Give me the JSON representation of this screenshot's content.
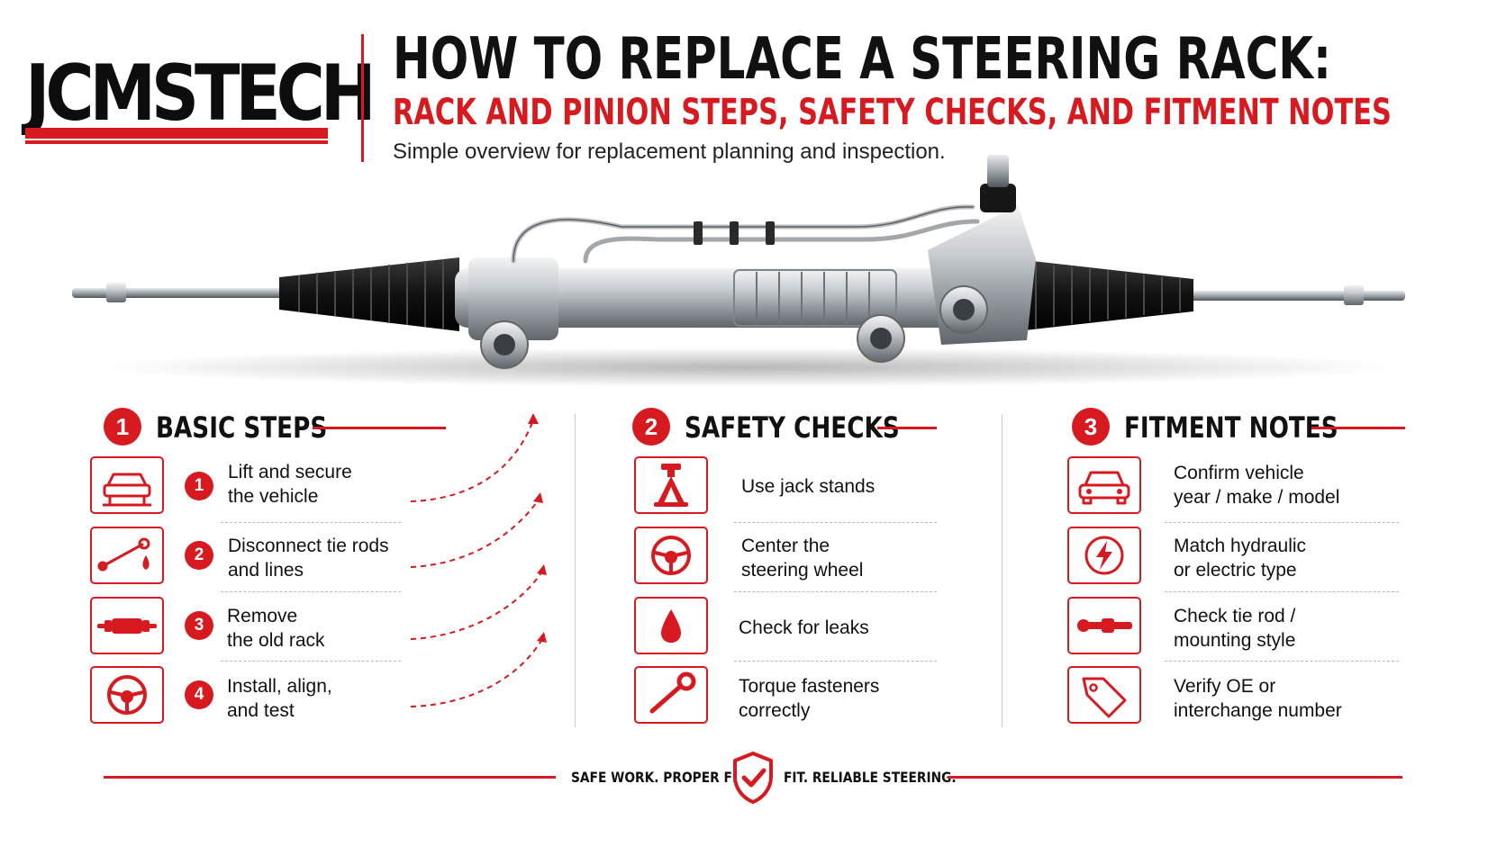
{
  "brand": {
    "logo_text": "JCMSTECH"
  },
  "header": {
    "title": "HOW TO REPLACE A STEERING RACK:",
    "subtitle": "RACK AND PINION STEPS, SAFETY CHECKS, AND FITMENT NOTES",
    "tagline": "Simple overview for replacement planning and inspection."
  },
  "colors": {
    "accent": "#d71920",
    "text": "#111111",
    "metal": "#b7bcc1",
    "boot": "#141414"
  },
  "sections": [
    {
      "number": "1",
      "title": "BASIC STEPS",
      "items": [
        {
          "step": "1",
          "icon": "car-lift-icon",
          "line1": "Lift and secure",
          "line2": "the vehicle"
        },
        {
          "step": "2",
          "icon": "tie-rod-icon",
          "line1": "Disconnect tie rods",
          "line2": "and lines"
        },
        {
          "step": "3",
          "icon": "rack-icon",
          "line1": "Remove",
          "line2": "the old rack"
        },
        {
          "step": "4",
          "icon": "steering-wheel-icon",
          "line1": "Install, align,",
          "line2": "and test"
        }
      ]
    },
    {
      "number": "2",
      "title": "SAFETY CHECKS",
      "items": [
        {
          "icon": "jack-stand-icon",
          "line1": "Use jack stands",
          "line2": ""
        },
        {
          "icon": "steering-wheel-icon",
          "line1": "Center the",
          "line2": "steering wheel"
        },
        {
          "icon": "fluid-drop-icon",
          "line1": "Check for leaks",
          "line2": ""
        },
        {
          "icon": "wrench-icon",
          "line1": "Torque fasteners",
          "line2": "correctly"
        }
      ]
    },
    {
      "number": "3",
      "title": "FITMENT NOTES",
      "items": [
        {
          "icon": "car-icon",
          "line1": "Confirm vehicle",
          "line2": "year / make / model"
        },
        {
          "icon": "lightning-icon",
          "line1": "Match hydraulic",
          "line2": "or electric type"
        },
        {
          "icon": "tie-rod-end-icon",
          "line1": "Check tie rod /",
          "line2": "mounting style"
        },
        {
          "icon": "tag-icon",
          "line1": "Verify OE or",
          "line2": "interchange number"
        }
      ]
    }
  ],
  "footer": {
    "left": "SAFE WORK. PROPER FIT.",
    "right": "FIT. RELIABLE STEERING.",
    "icon": "shield-check-icon"
  }
}
